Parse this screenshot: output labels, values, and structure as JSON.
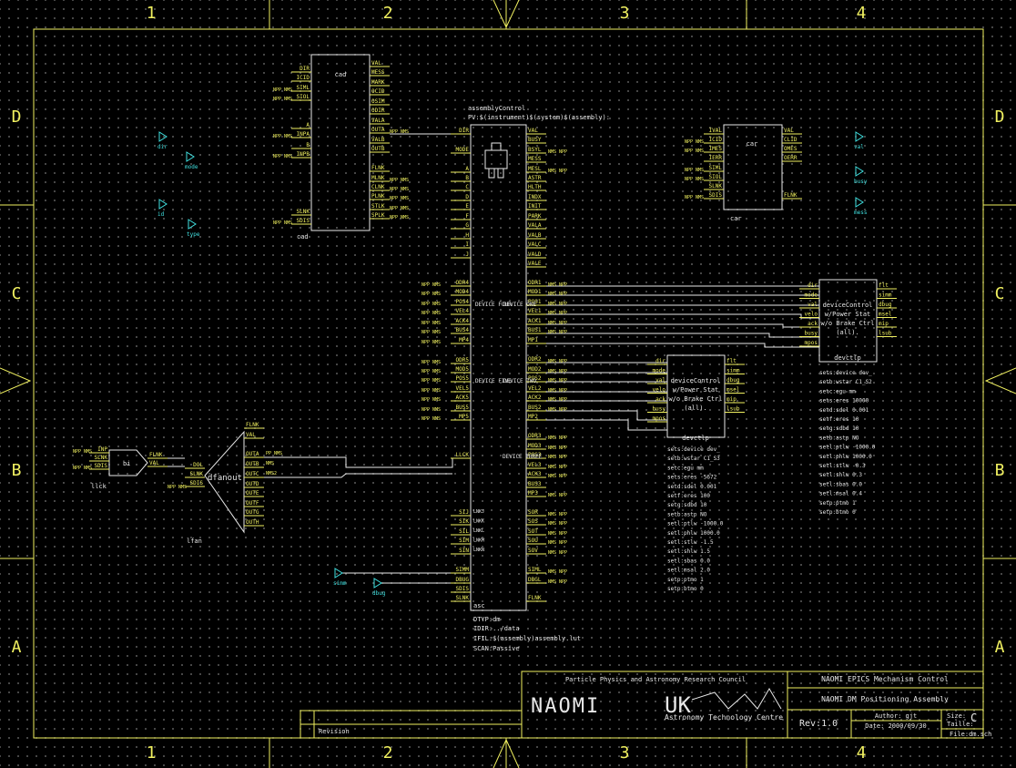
{
  "frame": {
    "col_labels": [
      "1",
      "2",
      "3",
      "4"
    ],
    "row_labels": [
      "D",
      "C",
      "B",
      "A"
    ]
  },
  "colors": {
    "wire": "#e8e8e8",
    "symbol": "#f0f060",
    "port": "#40e0e0",
    "grid": "#5a5a5a"
  },
  "cad": {
    "title": "cad",
    "instance": "cad",
    "inputs": [
      "DIR",
      "ICID",
      "SIML",
      "SIOL",
      "A",
      "INPA",
      "B",
      "INPB",
      "SLNK",
      "SDIS"
    ],
    "outputs": [
      "VAL",
      "MESS",
      "MARK",
      "OCID",
      "OSIM",
      "ODIR",
      "VALA",
      "OUTA",
      "VALB",
      "OUTB",
      "FLNK",
      "MLNK",
      "CLNK",
      "PLNK",
      "STLK",
      "SPLK"
    ]
  },
  "car": {
    "title": "car",
    "instance": "car",
    "inputs": [
      "IVAL",
      "ICID",
      "IMES",
      "IERR",
      "SIML",
      "SIOL",
      "SLNK",
      "SDIS"
    ],
    "outputs": [
      "VAL",
      "CLID",
      "OMES",
      "OERR",
      "FLNK"
    ]
  },
  "ports_in": [
    "dir",
    "mode",
    "id",
    "type",
    "simm",
    "dbug"
  ],
  "ports_out": [
    "val",
    "busy",
    "mess"
  ],
  "assembly": {
    "record_name": "assemblyControl",
    "pv": "PV:$(instrument)$(system)$(assembly):",
    "instance": "asc",
    "left_pins": [
      "DIR",
      "MODE",
      "A",
      "B",
      "C",
      "D",
      "E",
      "F",
      "G",
      "H",
      "I",
      "J",
      "ODR4",
      "MOD4",
      "POS4",
      "VEL4",
      "ACK4",
      "BUS4",
      "MP4",
      "ODR5",
      "MOD5",
      "POS5",
      "VEL5",
      "ACK5",
      "BUS5",
      "MP5",
      "LLCK",
      "SIJ",
      "SIK",
      "SIL",
      "SIM",
      "SIN",
      "SIMM",
      "DBUG",
      "SDIS",
      "SLNK"
    ],
    "right_pins": [
      "VAL",
      "BUSY",
      "BSYL",
      "MESS",
      "MESL",
      "ASTR",
      "HLTH",
      "INDX",
      "INIT",
      "PARK",
      "VALA",
      "VALB",
      "VALC",
      "VALD",
      "VALE",
      "ODR1",
      "MOD1",
      "POS1",
      "VEL1",
      "ACK1",
      "BUS1",
      "MP1",
      "ODR2",
      "MOD2",
      "POS2",
      "VEL2",
      "ACK2",
      "BUS2",
      "MP2",
      "ODR3",
      "MOD3",
      "POS3",
      "VEL3",
      "ACK3",
      "BUS3",
      "MP3",
      "SOR",
      "SOS",
      "SOT",
      "SOU",
      "SOV",
      "SIML",
      "DBGL",
      "FLNK"
    ],
    "lnks": [
      "LNKJ",
      "LNKK",
      "LNKL",
      "LNKM",
      "LNKN"
    ],
    "devices": [
      "DEVICE FOUR",
      "DEVICE ONE",
      "DEVICE FIVE",
      "DEVICE TWO",
      "DEVICE THREE"
    ],
    "props": [
      "DTYP:dm",
      "IDIR:../data",
      "IFIL:$(assembly)assembly.lut",
      "SCAN:Passive"
    ]
  },
  "device_ctl": {
    "title_lines": [
      "deviceControl",
      "w/Power Stat",
      "w/o Brake Ctrl",
      "(all)."
    ],
    "inputs": [
      "dir",
      "mode",
      "val",
      "velo",
      "ack",
      "busy",
      "mpos"
    ],
    "outputs": [
      "flt",
      "simm",
      "dbug",
      "msel",
      "mip",
      "lsub"
    ],
    "instance": "devctlp"
  },
  "dev1_props": [
    "sets:device dev_",
    "setb:wstar C1_S2",
    "setc:egu mm",
    "sets:eres 10000",
    "setd:sdel 0.001",
    "setf:eres 10",
    "setg:sdbd 10",
    "setb:astp NO",
    "setl:ptlw -1000.0",
    "setl:phlw 1000.0",
    "setl:stlw -0.3",
    "setl:shlw 0.3",
    "setl:sbas 0.0",
    "setl:msal 0.4",
    "setp:ptmo 1",
    "setp:btmo 0"
  ],
  "dev2_props": [
    "sets:device dev_",
    "setb:wstar C1_S3",
    "setc:egu mm",
    "sets:eres -5672",
    "setd:sdel 0.001",
    "setf:eres 100",
    "setg:sdbd 10",
    "setb:astp NO",
    "setl:ptlw -1000.0",
    "setl:phlw 1000.0",
    "setl:stlw -1.5",
    "setl:shlw 1.5",
    "setl:sbas 0.0",
    "setl:msal 2.0",
    "setp:ptmo 1",
    "setp:btmo 0"
  ],
  "bi": {
    "label": "bi",
    "instance": "llck",
    "inputs": [
      "INP",
      "SLNK",
      "SDIS"
    ],
    "outputs": [
      "FLNK",
      "VAL"
    ]
  },
  "dfanout": {
    "label": "dfanout",
    "instance": "lfan",
    "inputs": [
      "DOL",
      "SLNK",
      "SDIS"
    ],
    "outputs": [
      "FLNK",
      "VAL",
      "OUTA",
      "OUTB",
      "OUTC",
      "OUTD",
      "OUTE",
      "OUTF",
      "OUTG",
      "OUTH"
    ]
  },
  "misc_labels": [
    "PP NMS",
    "NPP NMS",
    "NPP NMS",
    "NPP NMS",
    "NMS",
    "NMS2"
  ],
  "titleblock": {
    "org": "Particle Physics and Astronomy Research Council",
    "naomi": "NAOMI",
    "uk": "UK",
    "atc": "Astronomy Technology Centre",
    "title1": "NAOMI EPICS Mechanism Control",
    "title2": "NAOMI DM Positioning Assembly",
    "author": "Author: gjt",
    "date": "Date: 2000/09/30",
    "rev": "Rev:1.0",
    "size": "Size:",
    "size_val": "C",
    "taille": "Taille:",
    "file": "File:dm.sch",
    "revision": "Revision"
  }
}
